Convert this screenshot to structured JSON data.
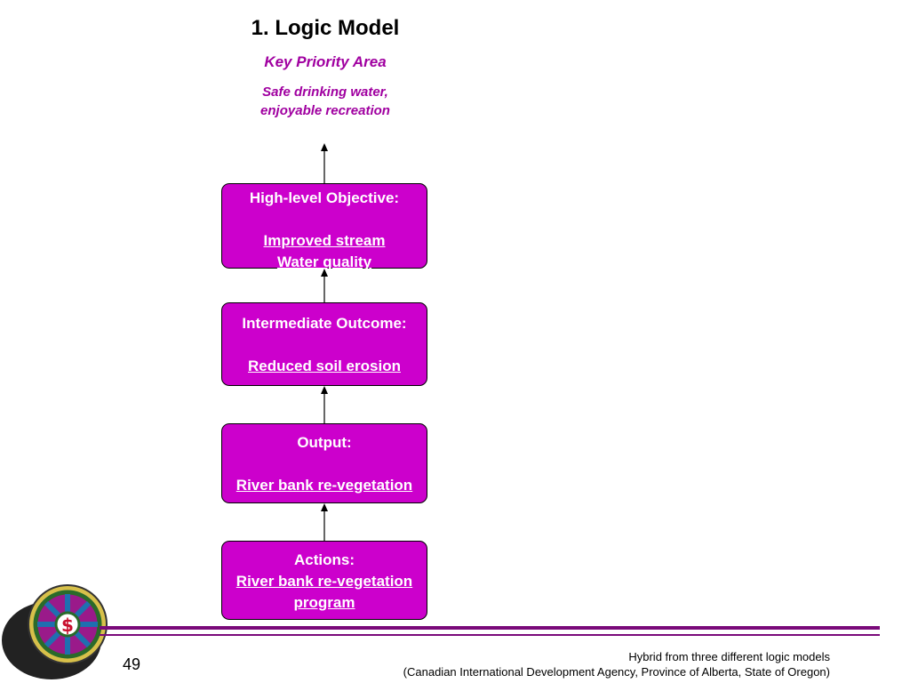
{
  "slide": {
    "title": "1. Logic Model",
    "subtitle": "Key Priority Area",
    "goal_line1": "Safe drinking water,",
    "goal_line2": "enjoyable recreation"
  },
  "boxes": {
    "objective": {
      "heading": "High-level Objective:",
      "line1": "Improved stream ",
      "line2": "Water quality"
    },
    "outcome": {
      "heading": "Intermediate Outcome:",
      "line1": "Reduced soil erosion"
    },
    "output": {
      "heading": "Output:",
      "line1": "River bank re-vegetation"
    },
    "actions": {
      "heading": "Actions:",
      "line1": "River bank re-vegetation",
      "line2": "program"
    }
  },
  "footer": {
    "page_number": "49",
    "source_line1": "Hybrid from three different logic models",
    "source_line2": "(Canadian International Development Agency, Province of Alberta, State of Oregon)"
  },
  "colors": {
    "box_fill": "#cc00cc",
    "accent_text": "#a000a0",
    "rule": "#7a0a7a"
  },
  "icons": {
    "logo": "circular-dollar-emblem-icon",
    "arrow": "arrow-up-icon"
  }
}
